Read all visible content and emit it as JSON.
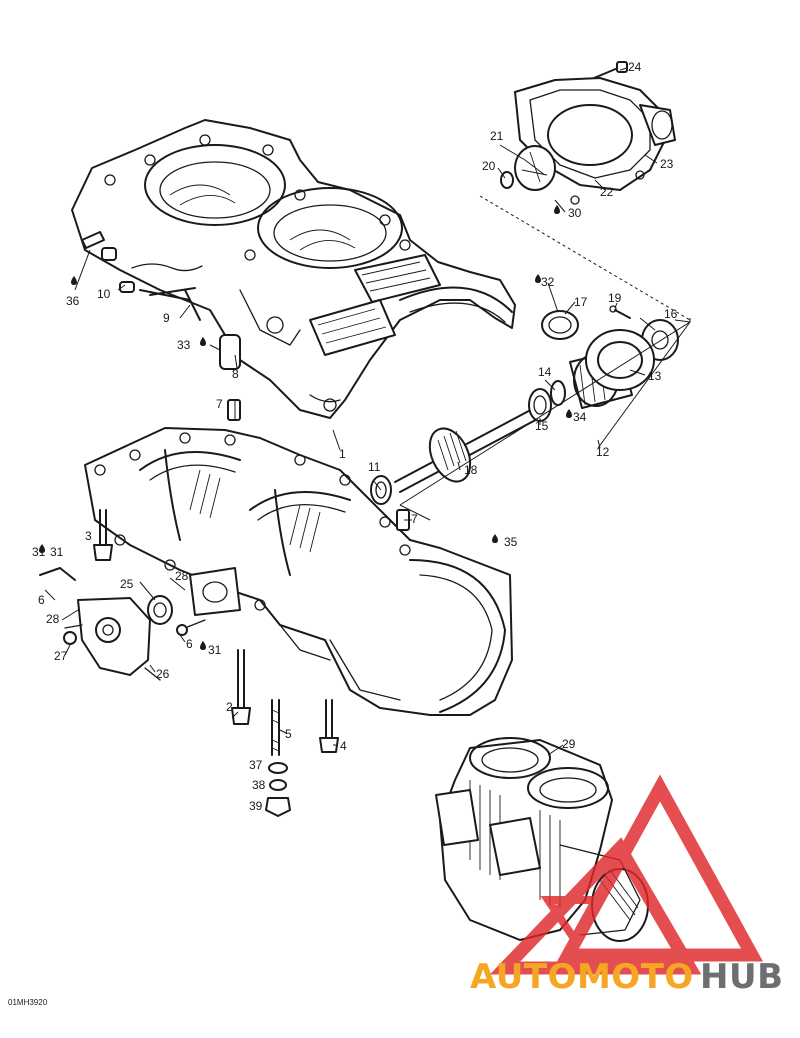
{
  "diagram": {
    "drawing_code": "01MH3920",
    "callouts": [
      "1",
      "2",
      "3",
      "4",
      "5",
      "6",
      "6",
      "7",
      "7",
      "8",
      "9",
      "10",
      "11",
      "12",
      "13",
      "14",
      "15",
      "16",
      "17",
      "18",
      "19",
      "20",
      "21",
      "22",
      "23",
      "24",
      "25",
      "26",
      "27",
      "28",
      "28",
      "29",
      "30",
      "31",
      "31",
      "31",
      "32",
      "33",
      "34",
      "35",
      "36",
      "37",
      "38",
      "39"
    ],
    "lubricant_marks": [
      "30",
      "31",
      "31",
      "31",
      "32",
      "33",
      "34",
      "35",
      "36"
    ]
  },
  "watermark": {
    "brand_left": "AUTOMOTO",
    "brand_right": "HUB",
    "colors": {
      "red": "#e0282a",
      "orange": "#f5a623",
      "gray": "#6d6e71"
    }
  }
}
